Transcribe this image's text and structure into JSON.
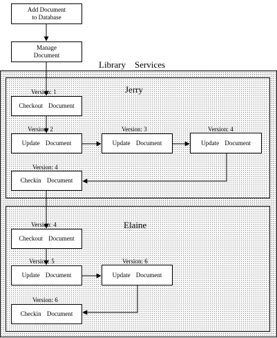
{
  "top": {
    "add_document": "Add Document\nto Database",
    "manage_document": "Manage\nDocument"
  },
  "library": {
    "title": "Library    Services"
  },
  "jerry": {
    "title": "Jerry",
    "version_labels": [
      "Version: 1",
      "Version: 2",
      "Version: 3",
      "Version: 4",
      "Version: 4"
    ],
    "boxes": {
      "checkout": "Checkout   Document",
      "update1": "Update   Document",
      "update2": "Update   Document",
      "update3": "Update   Document",
      "checkin": "Checkin   Document"
    }
  },
  "elaine": {
    "title": "Elaine",
    "version_labels": [
      "Version: 4",
      "Version: 5",
      "Version: 6",
      "Version: 6"
    ],
    "boxes": {
      "checkout": "Checkout   Document",
      "update1": "Update   Document",
      "update2": "Update   Document",
      "checkin": "Checkin   Document"
    }
  }
}
